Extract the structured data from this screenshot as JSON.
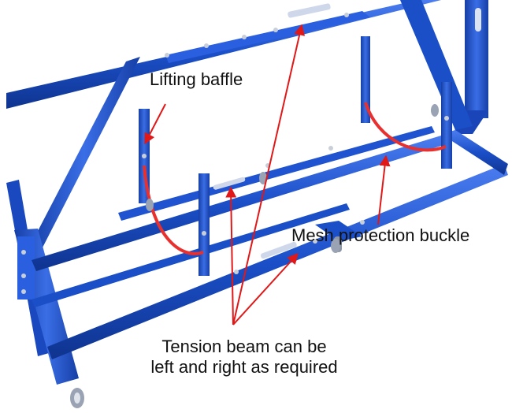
{
  "labels": {
    "lifting_baffle": "Lifting baffle",
    "mesh_protection_buckle": "Mesh protection buckle",
    "tension_beam_line1": "Tension beam can be",
    "tension_beam_line2": "left and right as required"
  },
  "colors": {
    "frame_blue": "#1b4fc8",
    "frame_highlight": "#4b7df0",
    "arrow_red": "#e01818",
    "strap_red": "#e8302e",
    "label_text": "#111111"
  }
}
